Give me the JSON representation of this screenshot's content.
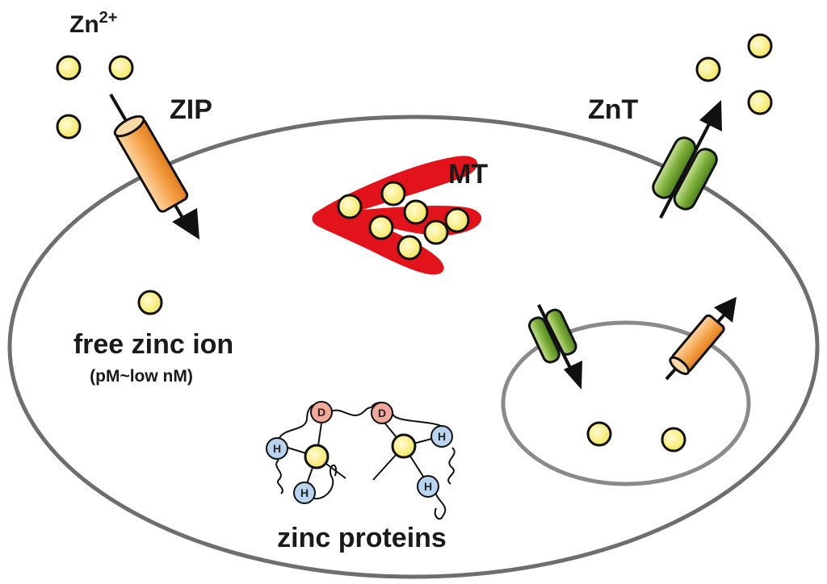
{
  "labels": {
    "zn": "Zn",
    "zn_charge": "2+",
    "zip": "ZIP",
    "znt": "ZnT",
    "mt": "MT",
    "free_zinc_ion": "free zinc ion",
    "concentration": "(pM~low nM)",
    "zinc_proteins": "zinc proteins"
  },
  "residues": {
    "asp": "D",
    "his": "H"
  },
  "colors": {
    "zinc_fill": "#fbf38c",
    "zinc_stroke": "#111111",
    "membrane": "#6e6e6e",
    "vesicle_membrane": "#8a8a8a",
    "mt_protein": "#e3131b",
    "zip_transporter": "#f6a24a",
    "znt_transporter": "#7fb03a",
    "asp_residue": "#f2a89b",
    "his_residue": "#b9d4ee"
  },
  "icons": {
    "zinc_ion": "circle",
    "zip": "cylinder-transporter",
    "znt": "barrel-transporter",
    "mt": "ribbon-protein"
  }
}
